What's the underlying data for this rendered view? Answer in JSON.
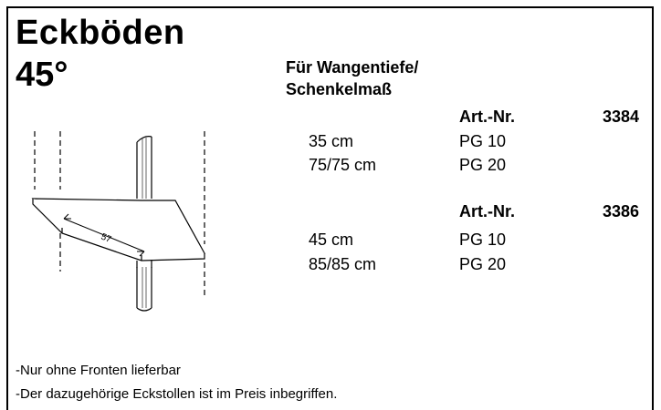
{
  "product": {
    "title": "Eckböden",
    "subtitle": "45°"
  },
  "table": {
    "heading_line1": "Für Wangentiefe/",
    "heading_line2": "Schenkelmaß",
    "groups": [
      {
        "art_label": "Art.-Nr.",
        "art_number": "3384",
        "rows": [
          {
            "size": "35 cm",
            "pg": "PG 10"
          },
          {
            "size": "75/75 cm",
            "pg": "PG 20"
          }
        ]
      },
      {
        "art_label": "Art.-Nr.",
        "art_number": "3386",
        "rows": [
          {
            "size": "45 cm",
            "pg": "PG 10"
          },
          {
            "size": "85/85 cm",
            "pg": "PG 20"
          }
        ]
      }
    ]
  },
  "drawing": {
    "dimension_label": "57"
  },
  "notes": [
    "-Nur ohne Fronten lieferbar",
    "-Der dazugehörige Eckstollen ist im Preis inbegriffen."
  ]
}
